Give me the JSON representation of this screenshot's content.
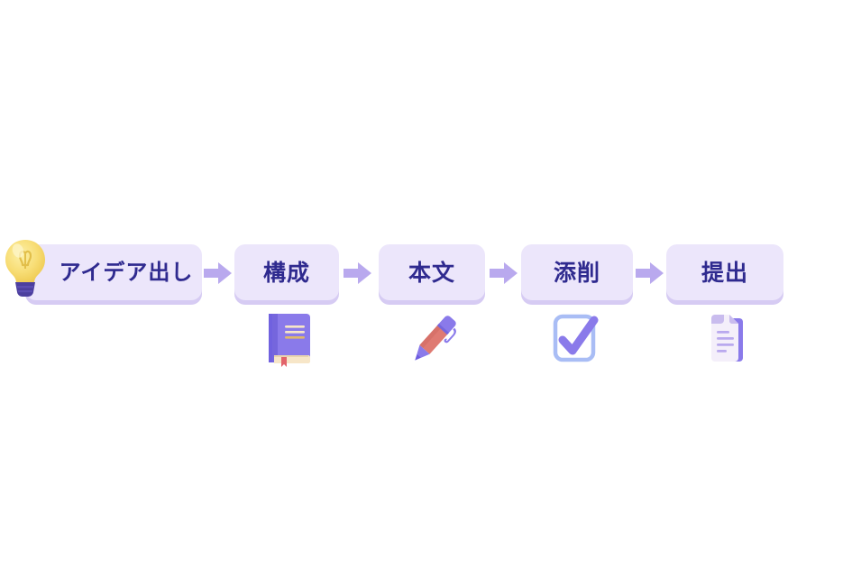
{
  "diagram": {
    "name": "writing-workflow-flowchart",
    "orientation": "horizontal",
    "background_color": "#ffffff",
    "colors": {
      "box_fill": "#ece6fb",
      "box_shadow": "#d6cbf3",
      "text": "#2f2a8f",
      "arrow": "#b9a9ee",
      "icon_purple": "#8a7aea",
      "icon_purple_dark": "#6c5ce0",
      "icon_yellow": "#f7dd73",
      "icon_red": "#df7a72",
      "icon_cream": "#f7e6c8",
      "icon_paper": "#f4effa"
    },
    "steps": [
      {
        "index": 1,
        "label": "アイデア出し",
        "icon": "lightbulb-icon",
        "icon_position": "left"
      },
      {
        "index": 2,
        "label": "構成",
        "icon": "book-icon",
        "icon_position": "below"
      },
      {
        "index": 3,
        "label": "本文",
        "icon": "pen-icon",
        "icon_position": "below"
      },
      {
        "index": 4,
        "label": "添削",
        "icon": "checkbox-checked-icon",
        "icon_position": "below"
      },
      {
        "index": 5,
        "label": "提出",
        "icon": "document-icon",
        "icon_position": "below"
      }
    ],
    "connectors": [
      {
        "from": 1,
        "to": 2,
        "icon": "arrow-right-icon"
      },
      {
        "from": 2,
        "to": 3,
        "icon": "arrow-right-icon"
      },
      {
        "from": 3,
        "to": 4,
        "icon": "arrow-right-icon"
      },
      {
        "from": 4,
        "to": 5,
        "icon": "arrow-right-icon"
      }
    ]
  }
}
